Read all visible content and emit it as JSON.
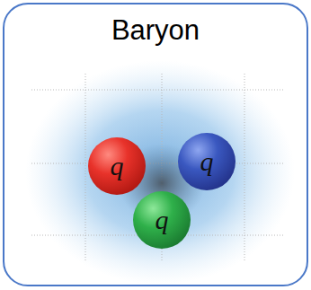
{
  "diagram": {
    "nodes": [
      {
        "text": [
          "Baryon"
        ]
      },
      {
        "text": [
          "q"
        ],
        "in": 0
      },
      {
        "text": [
          "q"
        ],
        "in": 0
      },
      {
        "text": [
          "q"
        ],
        "in": 0
      }
    ]
  }
}
